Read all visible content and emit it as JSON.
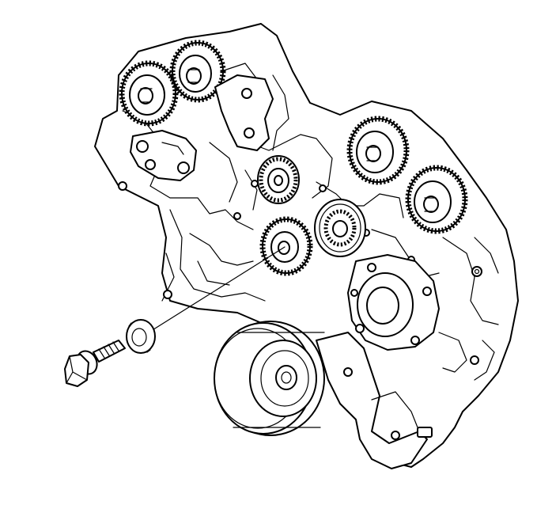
{
  "figure": {
    "colors": {
      "line": "#000000",
      "background": "#ffffff"
    },
    "parts": [
      {
        "part": "camshaft-sprocket-left-bank-front"
      },
      {
        "part": "camshaft-sprocket-left-bank-rear"
      },
      {
        "part": "camshaft-sprocket-right-bank-front"
      },
      {
        "part": "camshaft-sprocket-right-bank-rear"
      },
      {
        "part": "belt-tensioner-pulley"
      },
      {
        "part": "idler-pulley"
      },
      {
        "part": "crankshaft-sprocket"
      },
      {
        "part": "water-pump"
      },
      {
        "part": "crankshaft-pulley"
      },
      {
        "part": "washer"
      },
      {
        "part": "bolt"
      }
    ]
  }
}
